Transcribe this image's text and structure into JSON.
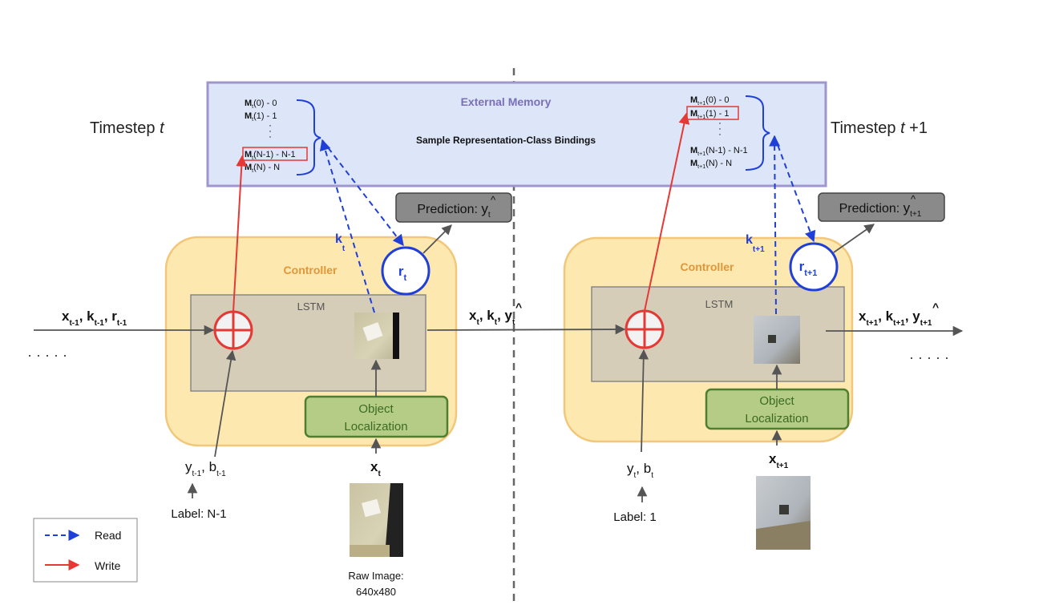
{
  "memory": {
    "title": "External Memory",
    "bindings_label": "Sample Representation-Class Bindings"
  },
  "timesteps": {
    "left": {
      "prefix": "Timestep ",
      "var": "t",
      "suffix": ""
    },
    "right": {
      "prefix": "Timestep ",
      "var": "t",
      "suffix": " +1"
    }
  },
  "labels": {
    "controller": "Controller",
    "lstm": "LSTM",
    "prediction": "Prediction: ",
    "object_localization": [
      "Object",
      "Localization"
    ],
    "label_left": "Label: N-1",
    "label_right": "Label: 1",
    "raw_image": [
      "Raw Image:",
      "640x480"
    ],
    "ellipsis": "· · · · ·"
  },
  "legend": {
    "read": "Read",
    "write": "Write"
  },
  "colors": {
    "read": "#1f3fd8",
    "write": "#e53935",
    "memory_fill": "#dce6f8",
    "memory_border": "#9f96cf",
    "memory_title": "#7b6fb8",
    "controller_fill": "#fde8b0",
    "controller_border": "#f2c77a",
    "controller_text": "#e0963a",
    "lstm_fill": "#d6cdb8",
    "objloc_fill": "#b5cc86",
    "objloc_border": "#4d7f2f",
    "objloc_text": "#3b6b22",
    "prediction_fill": "#8a8a8a",
    "line": "#555555"
  }
}
